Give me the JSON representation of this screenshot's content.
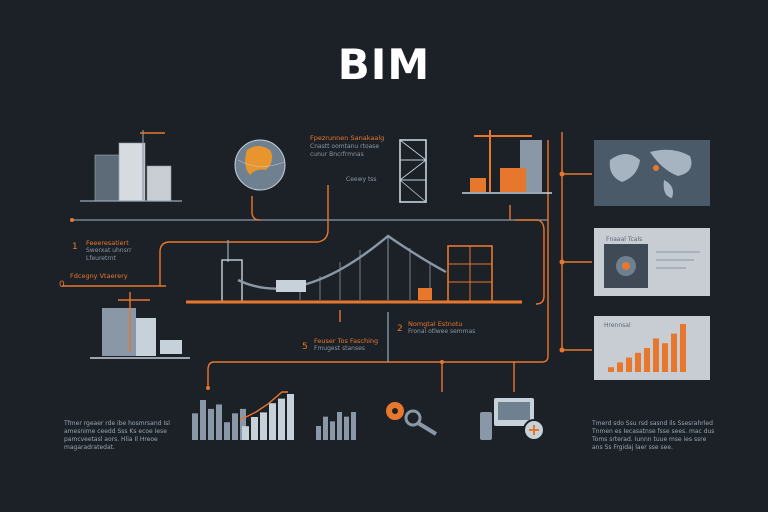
{
  "title": "BIM",
  "colors": {
    "background": "#1c2127",
    "accent": "#e8772e",
    "line": "#8a97a6",
    "panel": "#c8cdd3",
    "building": "#7a8a99"
  },
  "labels": {
    "top_note": [
      "Fpezrunnen Sanakaalg",
      "Cnastt oomtanu rtoase",
      "cunur Bncrfrmnas"
    ],
    "top_small": "Ceewy tss",
    "left_1": [
      "Feeeresatiert",
      "Swerxat uhnsrr",
      "Lfeuretrnt"
    ],
    "left_2": "Fdcegny Vtaerery",
    "bottom_center_1": [
      "Feuser Tos Fasching",
      "Fmugest stanses"
    ],
    "bottom_center_2": [
      "Nomgtal Estnotu",
      "Fronal otlwee semmas"
    ],
    "bottom_left_para": "Tfmer rgeaer rde ibe hosmrsand Isl\namesnime ceedd Sss Ks ecoe Iese\npamcveetasl aors. Hlia Il Hreoe\nmagaradratedat.",
    "bottom_right_para": "Tmerd sdo Ssu rsd sasnd ils Ssesrahrled\nTnmen es Iecasatnse fsse sees. mac dus\nToms srterad. Iunnn tuue mse ies ssre\nans Ss Frgidaj laer sse see."
  },
  "numbers": {
    "n1": "1",
    "n0": "0",
    "n5": "5",
    "n2": "2"
  },
  "panels": {
    "dashboard_title": "Fnaaal Tcals",
    "chart_title": "Hrennsal"
  },
  "chart_data": {
    "type": "bar",
    "title": "",
    "charts": [
      {
        "id": "panel-bar-chart",
        "values": [
          1,
          2,
          3,
          4,
          5,
          7,
          6,
          8,
          10
        ],
        "color": "#e8772e"
      },
      {
        "id": "bottom-bar-chart-a",
        "values": [
          6,
          9,
          7,
          8,
          4,
          6,
          7
        ]
      },
      {
        "id": "bottom-bar-chart-b",
        "values": [
          3,
          5,
          6,
          8,
          9,
          10
        ]
      },
      {
        "id": "bottom-bar-chart-c",
        "values": [
          3,
          5,
          4,
          6,
          5,
          6
        ]
      }
    ]
  }
}
